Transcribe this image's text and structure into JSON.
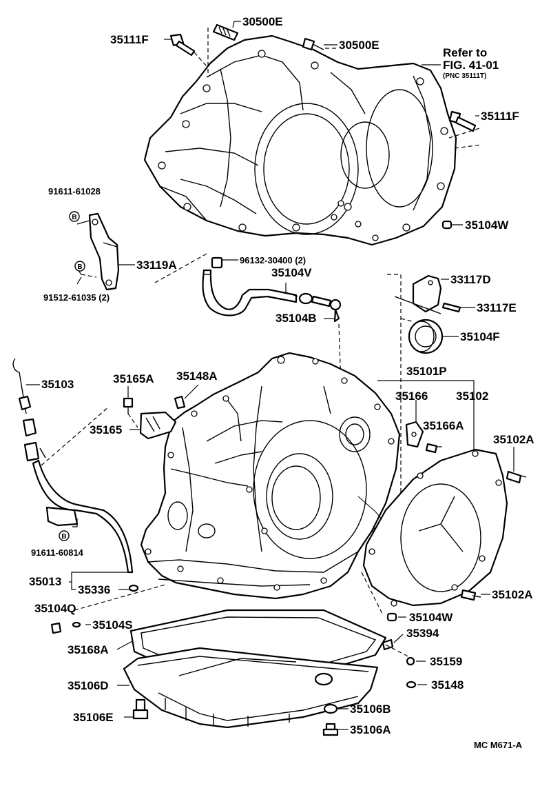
{
  "diagram": {
    "figure_code": "MC M671-A",
    "note": {
      "line1": "Refer to",
      "line2": "FIG. 41-01",
      "line3": "(PNC 35111T)"
    },
    "badge_symbol": "B",
    "labels": {
      "p30500E_top": "30500E",
      "p35111F_left": "35111F",
      "p30500E_right": "30500E",
      "p35111F_right": "35111F",
      "p91611_61028": "91611-61028",
      "p35104W_top": "35104W",
      "p96132": "96132-30400 (2)",
      "p33119A": "33119A",
      "p35104V": "35104V",
      "p91512": "91512-61035 (2)",
      "p33117D": "33117D",
      "p35104B": "35104B",
      "p33117E": "33117E",
      "p35104F": "35104F",
      "p35103": "35103",
      "p35165A": "35165A",
      "p35148A": "35148A",
      "p35101P": "35101P",
      "p35166": "35166",
      "p35102": "35102",
      "p35165": "35165",
      "p35166A": "35166A",
      "p35102A_top": "35102A",
      "p91611_60814": "91611-60814",
      "p35013": "35013",
      "p35336": "35336",
      "p35102A_bottom": "35102A",
      "p35104Q": "35104Q",
      "p35104W_bottom": "35104W",
      "p35104S": "35104S",
      "p35394": "35394",
      "p35168A": "35168A",
      "p35159": "35159",
      "p35106D": "35106D",
      "p35148": "35148",
      "p35106B": "35106B",
      "p35106E": "35106E",
      "p35106A": "35106A"
    }
  }
}
